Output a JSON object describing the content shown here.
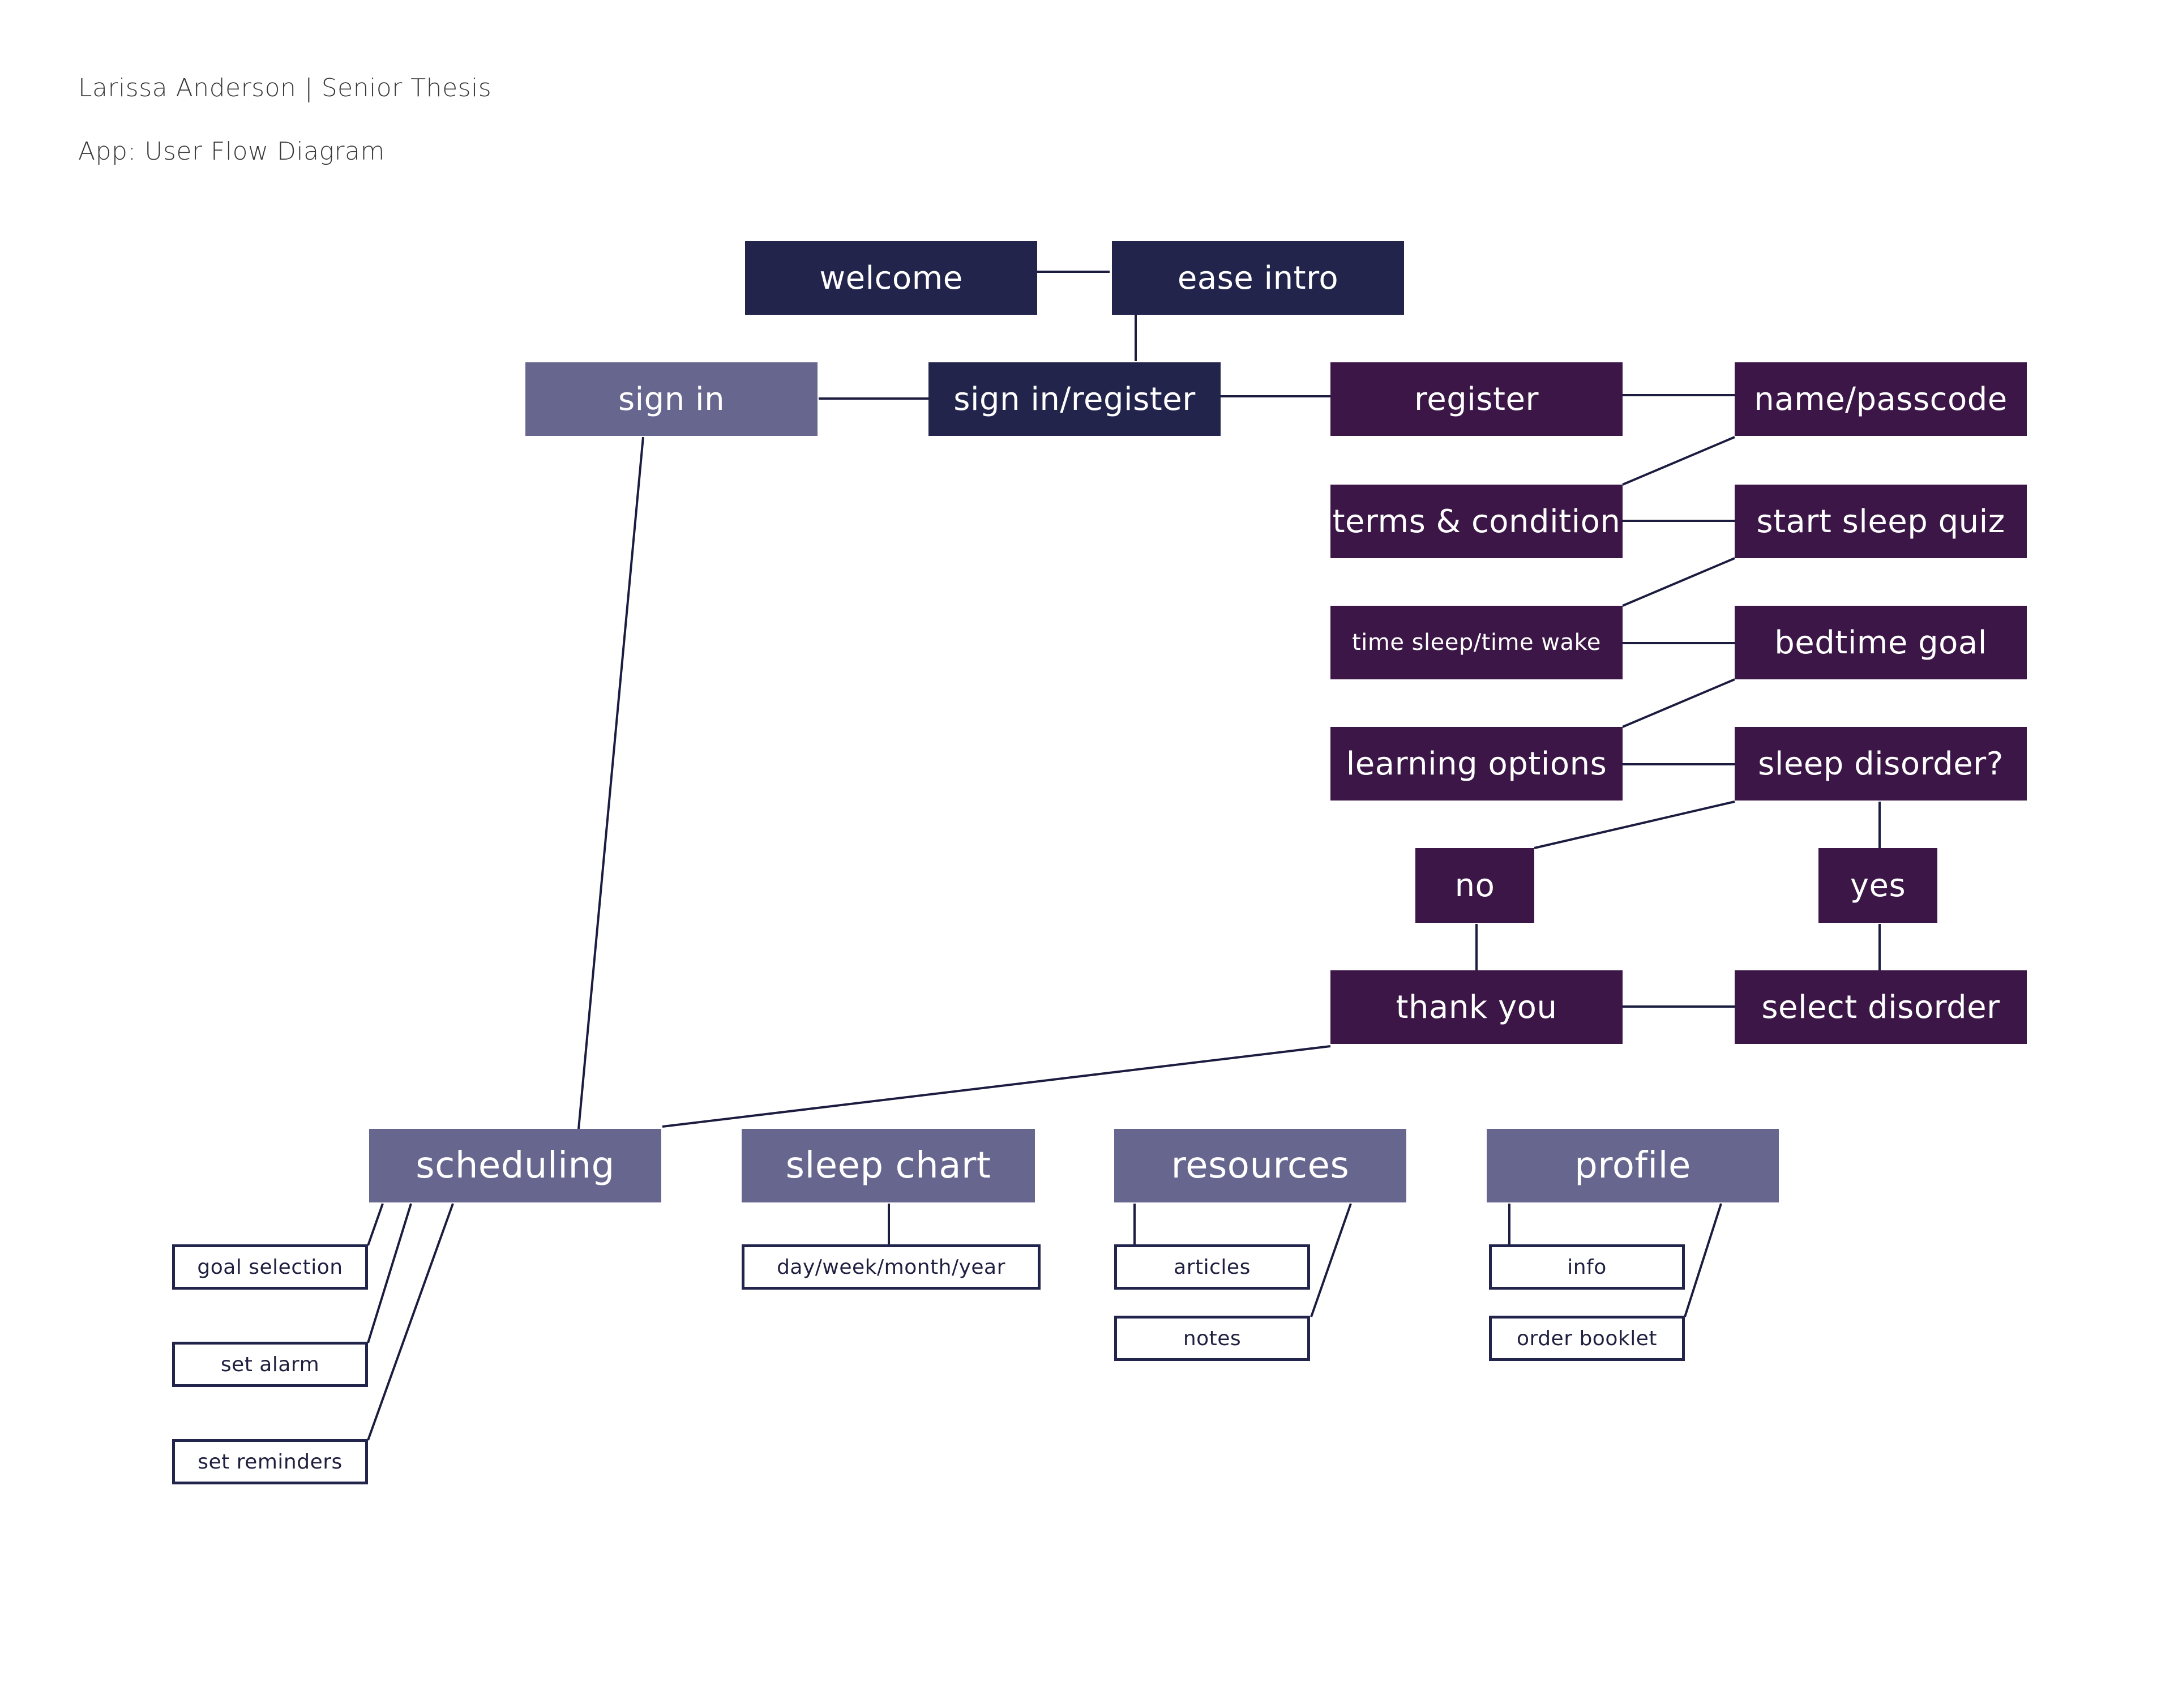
{
  "header": {
    "author_line": "Larissa Anderson | Senior Thesis",
    "subtitle": "App: User Flow Diagram"
  },
  "nodes": {
    "welcome": "welcome",
    "ease_intro": "ease intro",
    "sign_in": "sign in",
    "sign_in_register": "sign in/register",
    "register": "register",
    "name_passcode": "name/passcode",
    "terms": "terms & condition",
    "start_sleep_quiz": "start sleep quiz",
    "time_sleep_wake": "time sleep/time wake",
    "bedtime_goal": "bedtime goal",
    "learning_options": "learning options",
    "sleep_disorder": "sleep disorder?",
    "no": "no",
    "yes": "yes",
    "thank_you": "thank you",
    "select_disorder": "select disorder",
    "scheduling": "scheduling",
    "sleep_chart": "sleep chart",
    "resources": "resources",
    "profile": "profile",
    "goal_selection": "goal selection",
    "set_alarm": "set alarm",
    "set_reminders": "set reminders",
    "day_week_month_year": "day/week/month/year",
    "articles": "articles",
    "notes": "notes",
    "info": "info",
    "order_booklet": "order booklet"
  },
  "colors": {
    "navy": "#22244c",
    "plum": "#3b1646",
    "lavender": "#67668f",
    "line": "#1c1c40"
  }
}
